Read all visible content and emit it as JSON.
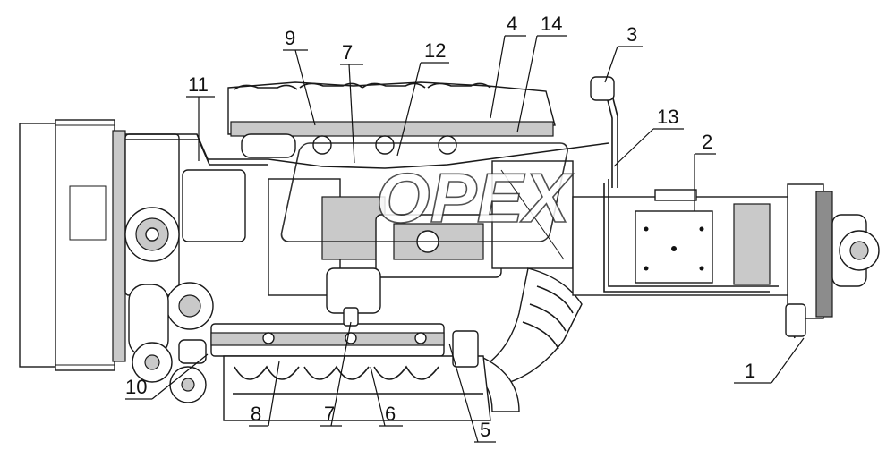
{
  "watermark": "OPEX",
  "callouts": [
    {
      "id": "c1",
      "label": "1"
    },
    {
      "id": "c2",
      "label": "2"
    },
    {
      "id": "c3",
      "label": "3"
    },
    {
      "id": "c4",
      "label": "4"
    },
    {
      "id": "c5",
      "label": "5"
    },
    {
      "id": "c6",
      "label": "6"
    },
    {
      "id": "c7a",
      "label": "7"
    },
    {
      "id": "c7b",
      "label": "7"
    },
    {
      "id": "c8",
      "label": "8"
    },
    {
      "id": "c9",
      "label": "9"
    },
    {
      "id": "c10",
      "label": "10"
    },
    {
      "id": "c11",
      "label": "11"
    },
    {
      "id": "c12",
      "label": "12"
    },
    {
      "id": "c13",
      "label": "13"
    },
    {
      "id": "c14",
      "label": "14"
    }
  ]
}
